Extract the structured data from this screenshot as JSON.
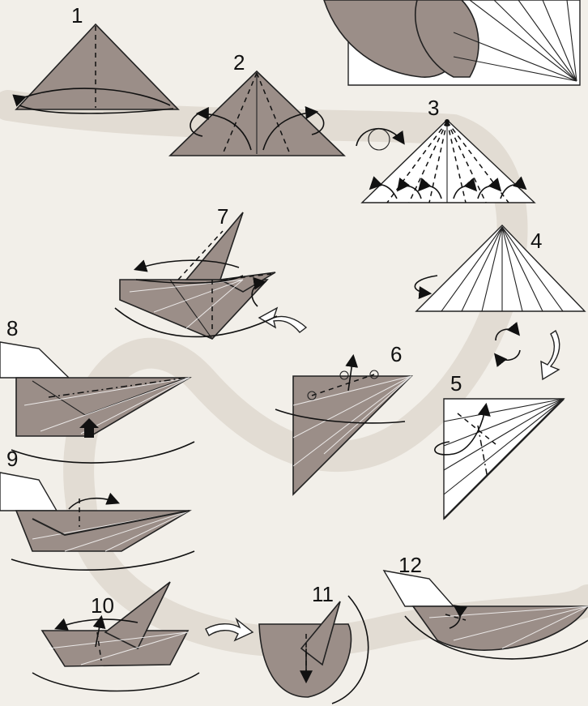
{
  "steps": [
    {
      "number": "1"
    },
    {
      "number": "2"
    },
    {
      "number": "3"
    },
    {
      "number": "4"
    },
    {
      "number": "5"
    },
    {
      "number": "6"
    },
    {
      "number": "7"
    },
    {
      "number": "8"
    },
    {
      "number": "9"
    },
    {
      "number": "10"
    },
    {
      "number": "11"
    },
    {
      "number": "12"
    }
  ],
  "colors": {
    "paper_colored": "#9b8e88",
    "paper_white": "#ffffff",
    "background": "#f2efe9",
    "ink": "#111111"
  }
}
